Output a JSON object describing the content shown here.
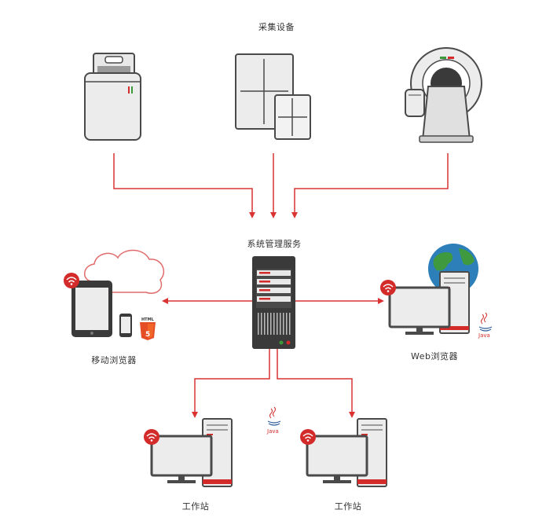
{
  "labels": {
    "acquisition": "采集设备",
    "server": "系统管理服务",
    "mobile": "移动浏览器",
    "web": "Web浏览器",
    "workstation_left": "工作站",
    "workstation_right": "工作站"
  },
  "badges": {
    "html5": "HTML",
    "html5_number": "5",
    "java_right": "Java",
    "java_center": "Java"
  },
  "colors": {
    "arrow": "#d93333",
    "device_outline": "#4a4a4a",
    "device_fill": "#ececec",
    "accent_red": "#d32a2a",
    "globe_water": "#2c7fb8",
    "globe_land": "#3f9a3f",
    "cloud_outline": "#e06b6b"
  }
}
